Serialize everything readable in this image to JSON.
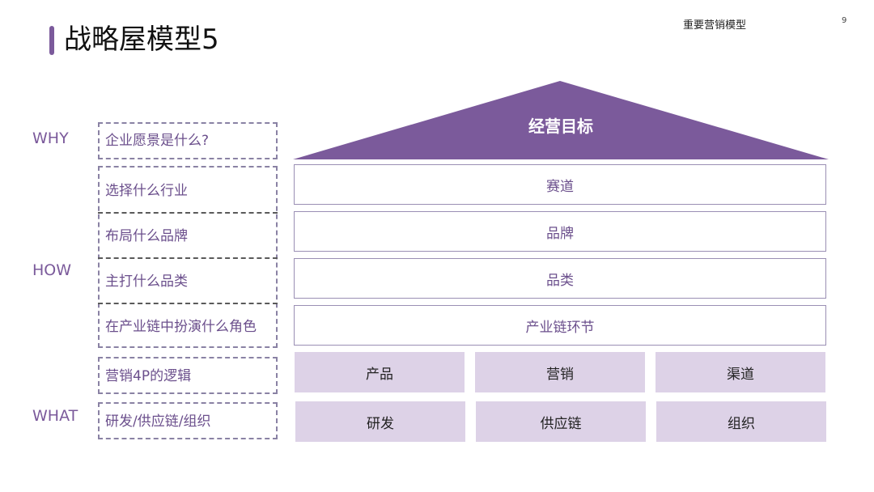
{
  "header": {
    "title": "战略屋模型5",
    "subtitle": "重要营销模型",
    "page_number": "9"
  },
  "categories": {
    "why": "WHY",
    "how": "HOW",
    "what": "WHAT"
  },
  "questions": {
    "why_1": "企业愿景是什么?",
    "how_1": "选择什么行业",
    "how_2": "布局什么品牌",
    "how_3": "主打什么品类",
    "how_4": "在产业链中扮演什么角色",
    "what_1": "营销4P的逻辑",
    "what_2": "研发/供应链/组织"
  },
  "house": {
    "roof": "经营目标",
    "layers": {
      "l1": "赛道",
      "l2": "品牌",
      "l3": "品类",
      "l4": "产业链环节"
    },
    "pillars_row1": {
      "p1": "产品",
      "p2": "营销",
      "p3": "渠道"
    },
    "pillars_row2": {
      "p1": "研发",
      "p2": "供应链",
      "p3": "组织"
    }
  },
  "colors": {
    "primary_purple": "#7b5a9b",
    "text_purple": "#6b4f8c",
    "pillar_fill": "#ddd2e7",
    "layer_border": "#9a8fb4"
  }
}
